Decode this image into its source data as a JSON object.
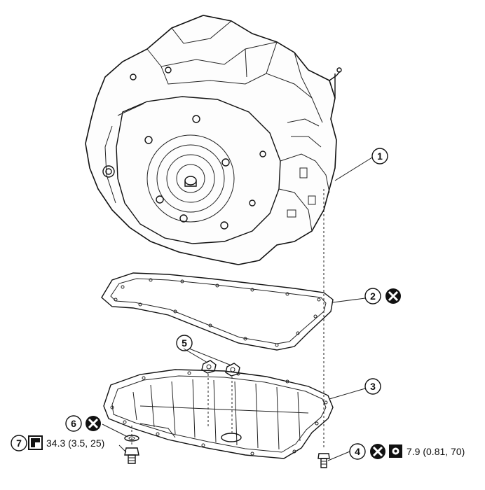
{
  "callouts": [
    {
      "number": "1"
    },
    {
      "number": "2",
      "icon": "x-circle-icon"
    },
    {
      "number": "3"
    },
    {
      "number": "4",
      "icon": "x-circle-icon",
      "torque_icon": "torque-wrench-icon",
      "torque": "7.9 (0.81, 70)"
    },
    {
      "number": "5"
    },
    {
      "number": "6",
      "icon": "x-circle-icon"
    },
    {
      "number": "7",
      "torque_icon": "torque-wrench-icon",
      "torque": "34.3 (3.5, 25)"
    }
  ],
  "colors": {
    "line": "#111111",
    "background": "#ffffff"
  }
}
